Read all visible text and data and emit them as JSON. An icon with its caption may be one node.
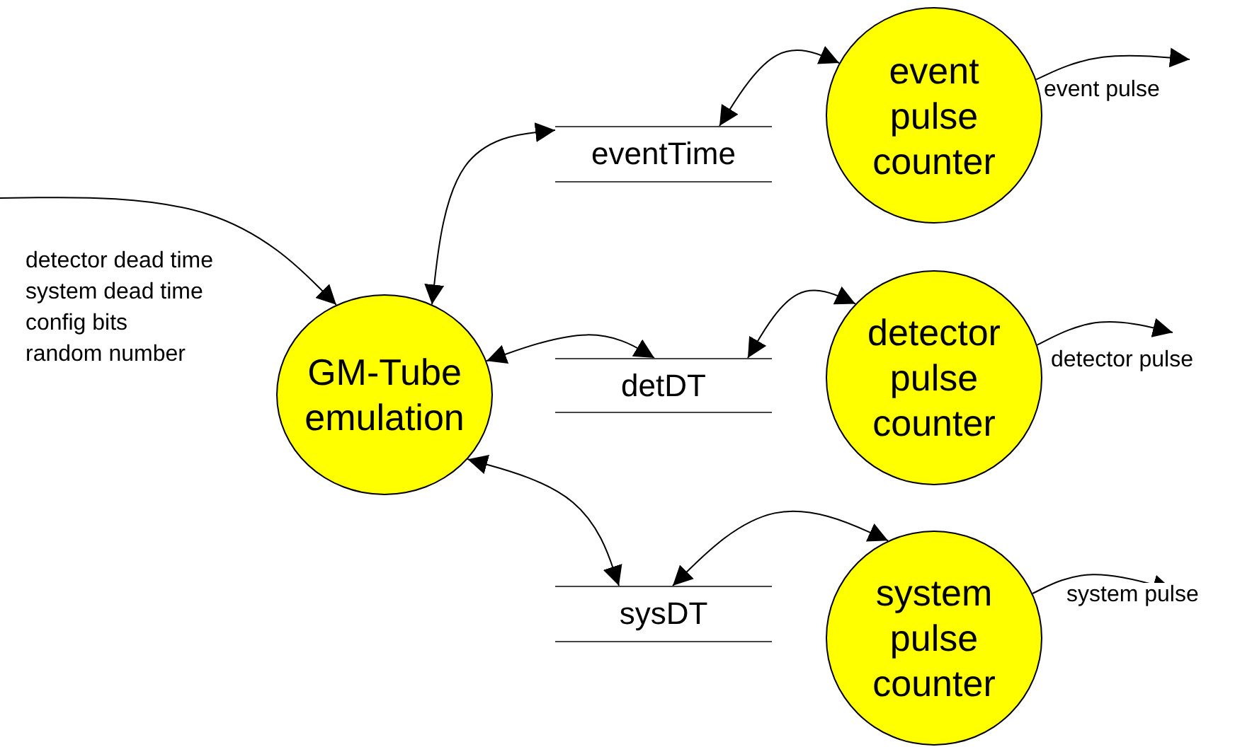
{
  "diagram": {
    "nodes": [
      {
        "text": [
          "GM-Tube emulation"
        ]
      },
      {
        "text": [
          "eventTime"
        ]
      },
      {
        "text": [
          "event pulse counter"
        ]
      },
      {
        "text": [
          "detDT"
        ]
      },
      {
        "text": [
          "detector pulse counter"
        ]
      },
      {
        "text": [
          "sysDT"
        ]
      },
      {
        "text": [
          "system pulse counter"
        ]
      }
    ],
    "edges": [
      {
        "from": null,
        "to": 0,
        "arrow": "to"
      },
      {
        "from": 0,
        "to": 1,
        "arrow": "both"
      },
      {
        "from": 1,
        "to": 2,
        "arrow": "both"
      },
      {
        "from": 2,
        "to": null,
        "arrow": "to",
        "label": "event pulse"
      },
      {
        "from": 0,
        "to": 3,
        "arrow": "both"
      },
      {
        "from": 3,
        "to": 4,
        "arrow": "both"
      },
      {
        "from": 4,
        "to": null,
        "arrow": "to",
        "label": "detector pulse"
      },
      {
        "from": 0,
        "to": 5,
        "arrow": "both"
      },
      {
        "from": 5,
        "to": 6,
        "arrow": "both"
      },
      {
        "from": 6,
        "to": null,
        "arrow": "to",
        "label": "system pulse"
      }
    ],
    "labels": [
      "detector dead time",
      "system dead time",
      "config bits",
      "random number"
    ]
  }
}
